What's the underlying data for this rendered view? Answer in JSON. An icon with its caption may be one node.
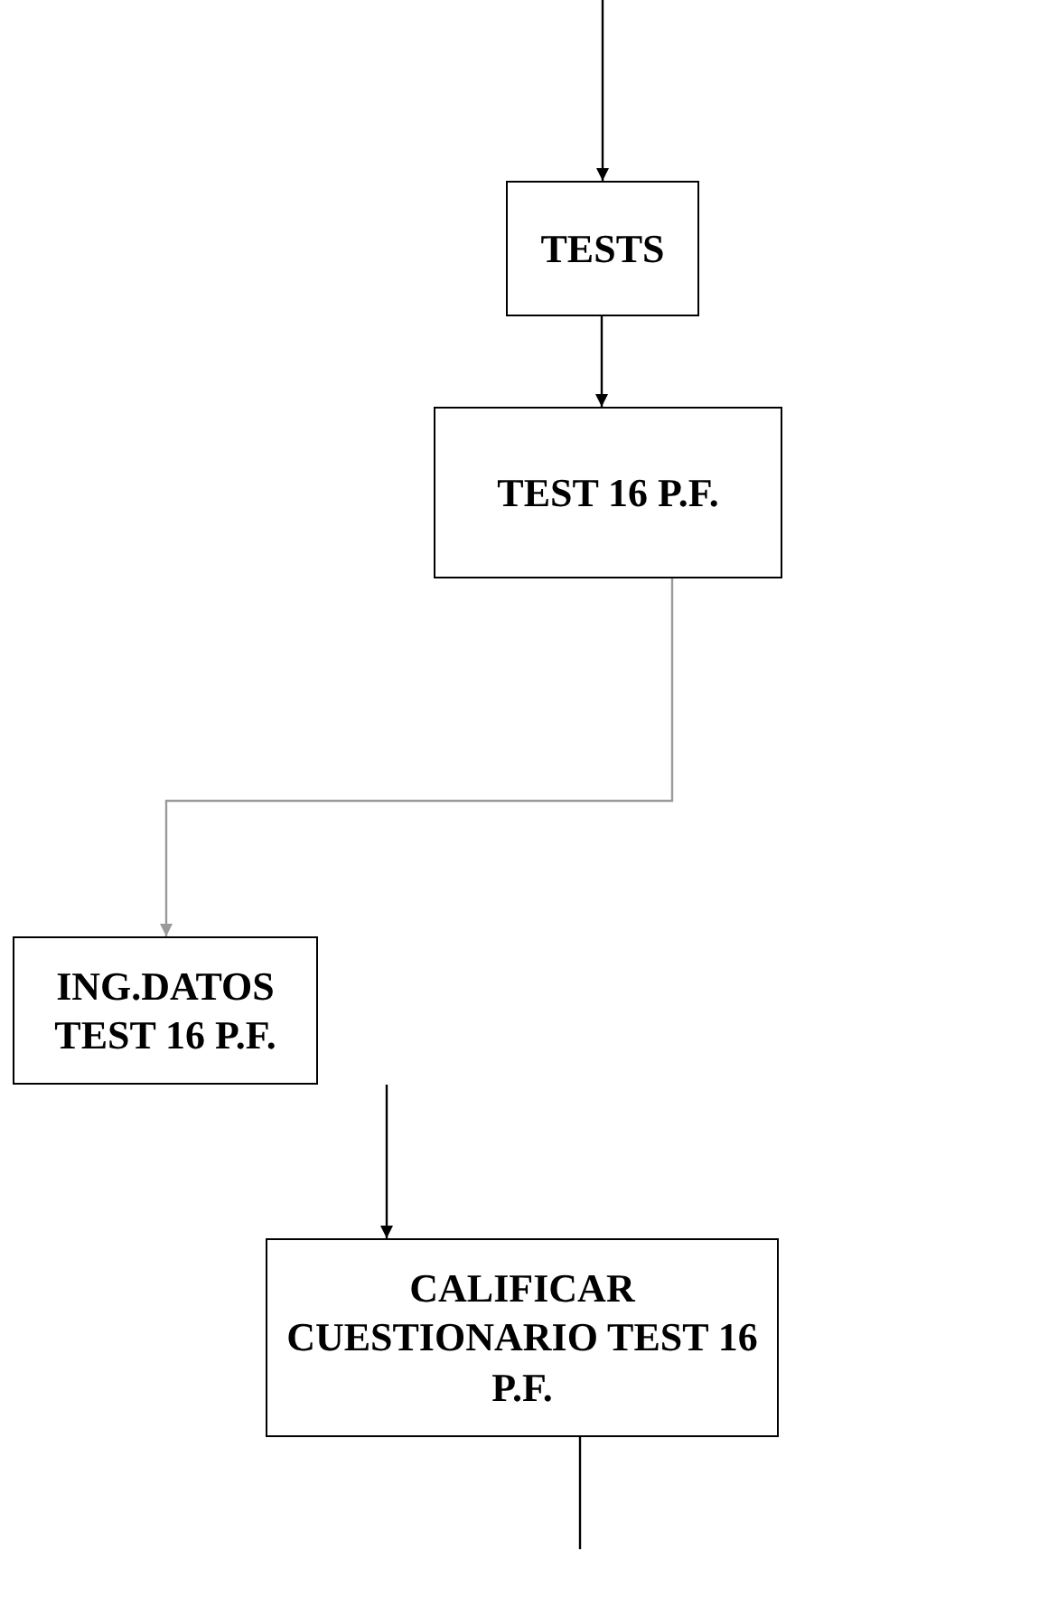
{
  "diagram": {
    "nodes": [
      {
        "text": [
          "TESTS"
        ]
      },
      {
        "text": [
          "TEST 16 P.F."
        ]
      },
      {
        "text": [
          "ING.DATOS TEST 16 P.F."
        ]
      },
      {
        "text": [
          "CALIFICAR CUESTIONARIO TEST 16 P.F."
        ]
      }
    ],
    "edges": [
      {
        "from": null,
        "to": 0,
        "arrow": "to"
      },
      {
        "from": 0,
        "to": 1,
        "arrow": "to"
      },
      {
        "from": 1,
        "to": 2,
        "arrow": "to",
        "color": "#9a9a9a"
      },
      {
        "from": 2,
        "to": 3,
        "arrow": "to"
      },
      {
        "from": 3,
        "to": null,
        "arrow": "none"
      }
    ]
  }
}
